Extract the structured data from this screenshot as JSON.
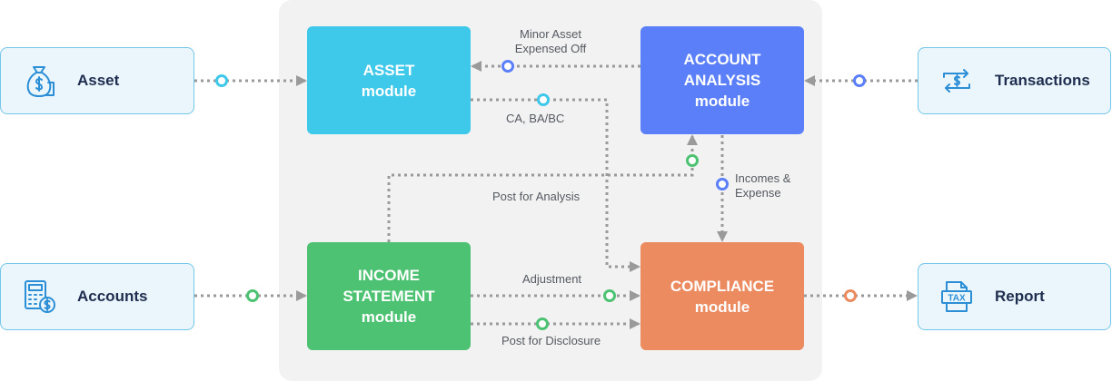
{
  "external": {
    "asset": {
      "label": "Asset",
      "icon": "money-bag-icon"
    },
    "accounts": {
      "label": "Accounts",
      "icon": "calculator-icon"
    },
    "transactions": {
      "label": "Transactions",
      "icon": "exchange-dollar-icon"
    },
    "report": {
      "label": "Report",
      "icon": "tax-document-icon"
    }
  },
  "modules": {
    "asset": {
      "line1": "ASSET",
      "line2": "module",
      "color": "#3ec8ea"
    },
    "account_analysis": {
      "line1": "ACCOUNT",
      "line2": "ANALYSIS",
      "line3": "module",
      "color": "#5b7ff9"
    },
    "income_statement": {
      "line1": "INCOME",
      "line2": "STATEMENT",
      "line3": "module",
      "color": "#4dc272"
    },
    "compliance": {
      "line1": "COMPLIANCE",
      "line2": "module",
      "color": "#ec8a60"
    }
  },
  "edge_labels": {
    "minor_asset_1": "Minor Asset",
    "minor_asset_2": "Expensed Off",
    "ca_ba_bc": "CA, BA/BC",
    "post_for_analysis": "Post for Analysis",
    "incomes_1": "Incomes &",
    "incomes_2": "Expense",
    "adjustment": "Adjustment",
    "post_for_disclosure": "Post for Disclosure"
  },
  "colors": {
    "line": "#9a9a9a",
    "dot_blue": "#5b7ff9",
    "dot_cyan": "#3ec8ea",
    "dot_green": "#4dc272",
    "dot_orange": "#ec8a60",
    "ext_border": "#74c6ea",
    "ext_bg": "#eaf6fc",
    "icon_blue": "#2c8fd6"
  }
}
